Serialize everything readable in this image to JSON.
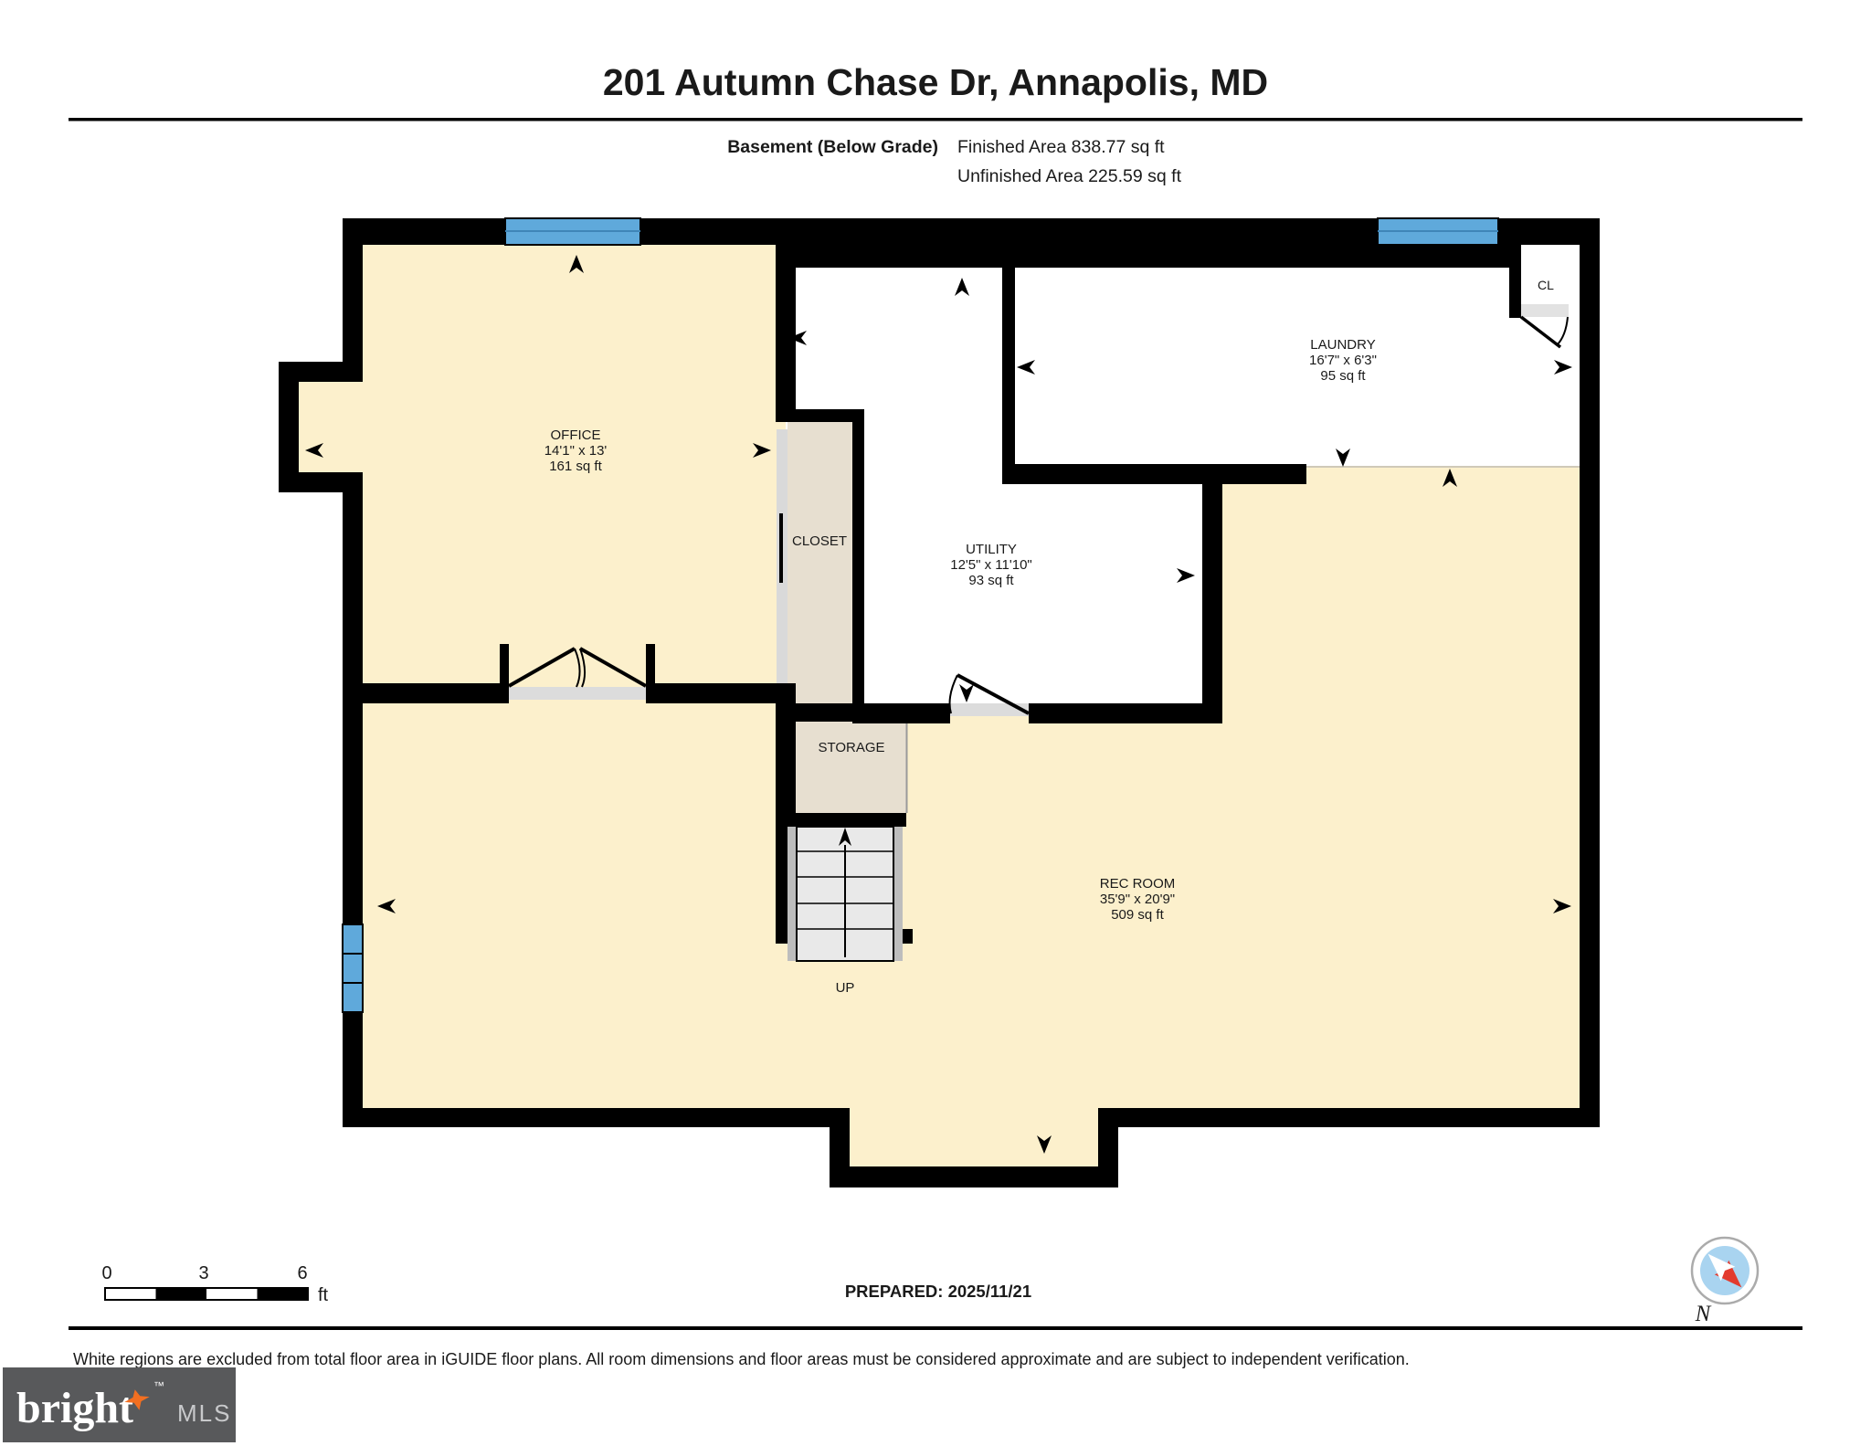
{
  "header": {
    "title": "201 Autumn Chase Dr, Annapolis, MD",
    "floor_label": "Basement (Below Grade)",
    "finished": "Finished Area 838.77 sq ft",
    "unfinished": "Unfinished Area 225.59 sq ft"
  },
  "rooms": {
    "office": {
      "name": "OFFICE",
      "dims": "14'1\" x 13'",
      "area": "161 sq ft"
    },
    "laundry": {
      "name": "LAUNDRY",
      "dims": "16'7\" x 6'3\"",
      "area": "95 sq ft"
    },
    "utility": {
      "name": "UTILITY",
      "dims": "12'5\" x 11'10\"",
      "area": "93 sq ft"
    },
    "rec_room": {
      "name": "REC ROOM",
      "dims": "35'9\" x 20'9\"",
      "area": "509 sq ft"
    },
    "closet": {
      "name": "CLOSET"
    },
    "storage": {
      "name": "STORAGE"
    },
    "cl": {
      "name": "CL"
    },
    "stairs": {
      "label": "UP"
    }
  },
  "footer": {
    "scale": {
      "t0": "0",
      "t3": "3",
      "t6": "6",
      "unit": "ft"
    },
    "prepared": "PREPARED: 2025/11/21",
    "north": "N",
    "disclaimer": "White regions are excluded from total floor area in iGUIDE floor plans. All room dimensions and floor areas must be considered approximate and are subject to independent verification."
  },
  "logo": {
    "bright": "bright",
    "tm": "™",
    "mls": "MLS"
  },
  "colors": {
    "floor_finished": "#FCF0CC",
    "floor_closet": "#E7DFD0",
    "window_blue": "#5FA9DB",
    "compass_blue": "#A9D4F0",
    "compass_red": "#E33B2E",
    "logo_bg": "#58595B",
    "logo_star": "#F26F21"
  }
}
